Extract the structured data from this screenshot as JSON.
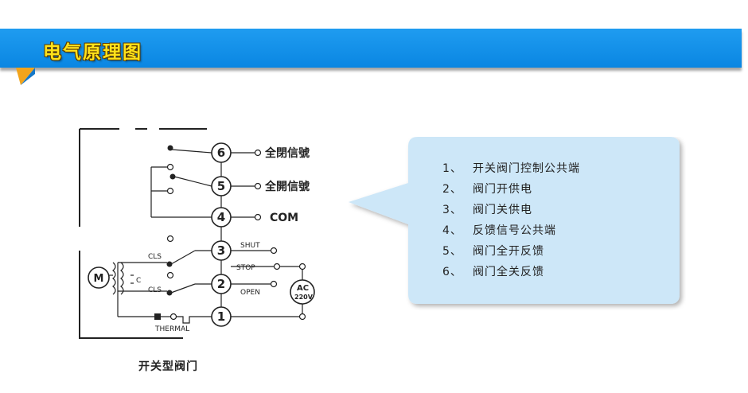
{
  "header": {
    "title": "电气原理图"
  },
  "diagram": {
    "caption": "开关型阀门",
    "motor_label": "M",
    "capacitor_label": "C",
    "cls_label": "CLS",
    "thermal_label": "THERMAL",
    "ac_label": "AC",
    "voltage_label": "220V",
    "shut_label": "SHUT",
    "stop_label": "STOP",
    "open_label": "OPEN",
    "com_label": "COM",
    "full_close_signal": "全閉信號",
    "full_open_signal": "全開信號",
    "terminals": [
      "1",
      "2",
      "3",
      "4",
      "5",
      "6"
    ]
  },
  "legend": {
    "items": [
      {
        "num": "1、",
        "text": "开关阀门控制公共端"
      },
      {
        "num": "2、",
        "text": "阀门开供电"
      },
      {
        "num": "3、",
        "text": "阀门关供电"
      },
      {
        "num": "4、",
        "text": "反馈信号公共端"
      },
      {
        "num": "5、",
        "text": "阀门全开反馈"
      },
      {
        "num": "6、",
        "text": "阀门全关反馈"
      }
    ]
  },
  "colors": {
    "banner": "#1190ea",
    "title": "#ffe21a",
    "bubble": "#cde7f8"
  }
}
